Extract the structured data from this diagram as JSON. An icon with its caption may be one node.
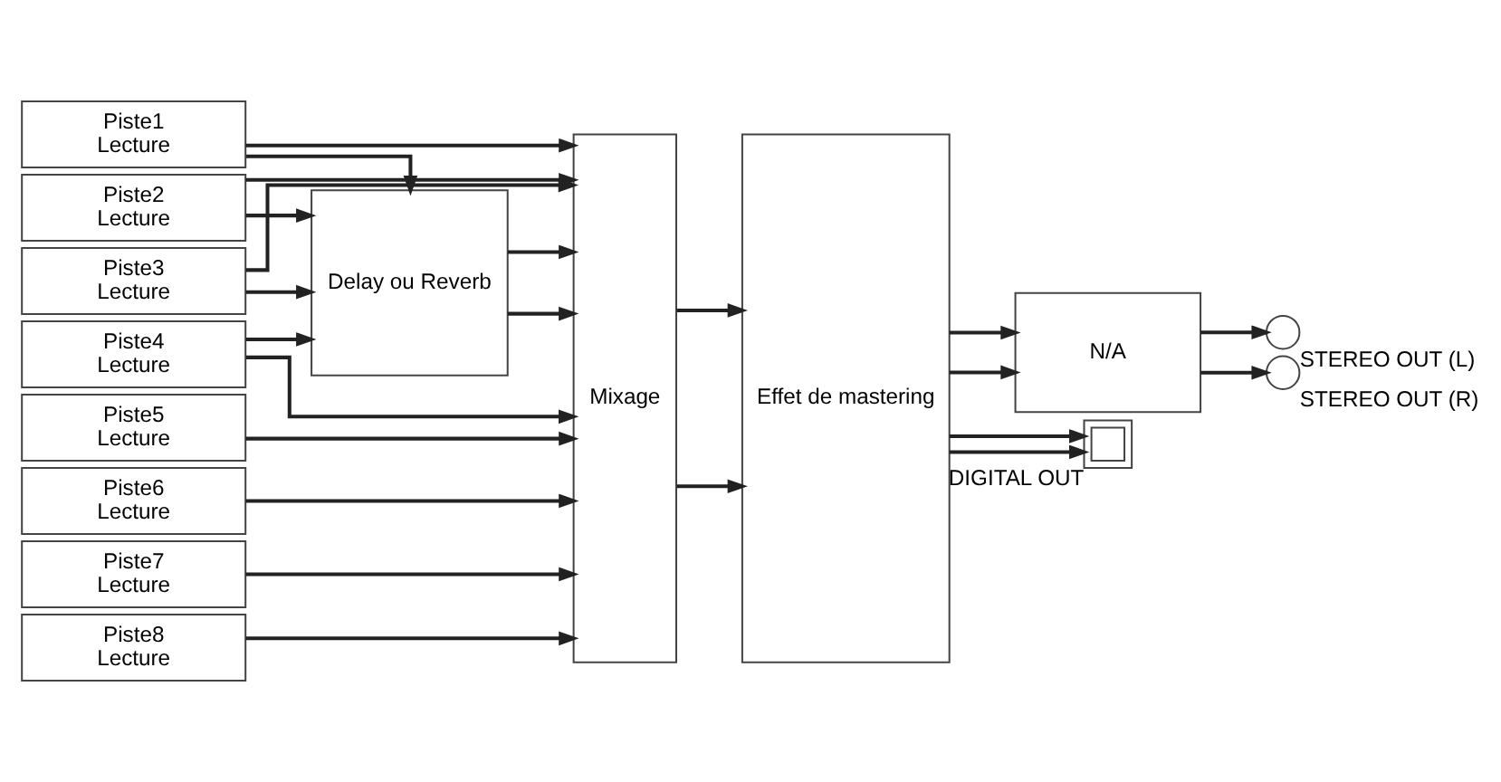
{
  "diagram": {
    "nodes": [
      {
        "text": [
          "Piste1",
          "Lecture"
        ]
      },
      {
        "text": [
          "Piste2",
          "Lecture"
        ]
      },
      {
        "text": [
          "Piste3",
          "Lecture"
        ]
      },
      {
        "text": [
          "Piste4",
          "Lecture"
        ]
      },
      {
        "text": [
          "Piste5",
          "Lecture"
        ]
      },
      {
        "text": [
          "Piste6",
          "Lecture"
        ]
      },
      {
        "text": [
          "Piste7",
          "Lecture"
        ]
      },
      {
        "text": [
          "Piste8",
          "Lecture"
        ]
      },
      {
        "text": [
          "Delay ou Reverb"
        ]
      },
      {
        "text": [
          "Mixage"
        ]
      },
      {
        "text": [
          "Effet de mastering"
        ]
      },
      {
        "text": [
          "N/A"
        ]
      },
      {
        "text": [],
        "shape": "circle",
        "beside": [
          "STEREO OUT (L)"
        ]
      },
      {
        "text": [],
        "shape": "circle",
        "beside": [
          "STEREO OUT (R)"
        ]
      },
      {
        "text": [],
        "shape": "box",
        "beside": [
          "DIGITAL OUT"
        ]
      }
    ],
    "edges": [
      {
        "from": 0,
        "to": 9,
        "arrow": "to"
      },
      {
        "from": 1,
        "to": 9,
        "arrow": "to"
      },
      {
        "from": 2,
        "to": 9,
        "arrow": "to"
      },
      {
        "from": 3,
        "to": 9,
        "arrow": "to"
      },
      {
        "from": 4,
        "to": 9,
        "arrow": "to"
      },
      {
        "from": 5,
        "to": 9,
        "arrow": "to"
      },
      {
        "from": 6,
        "to": 9,
        "arrow": "to"
      },
      {
        "from": 7,
        "to": 9,
        "arrow": "to"
      },
      {
        "from": 0,
        "to": 8,
        "arrow": "to"
      },
      {
        "from": 1,
        "to": 8,
        "arrow": "to"
      },
      {
        "from": 2,
        "to": 8,
        "arrow": "to"
      },
      {
        "from": 3,
        "to": 8,
        "arrow": "to"
      },
      {
        "from": 8,
        "to": 9,
        "arrow": "to"
      },
      {
        "from": 8,
        "to": 9,
        "arrow": "to"
      },
      {
        "from": 9,
        "to": 10,
        "arrow": "to"
      },
      {
        "from": 9,
        "to": 10,
        "arrow": "to"
      },
      {
        "from": 10,
        "to": 11,
        "arrow": "to"
      },
      {
        "from": 10,
        "to": 11,
        "arrow": "to"
      },
      {
        "from": 11,
        "to": 12,
        "arrow": "to"
      },
      {
        "from": 11,
        "to": 13,
        "arrow": "to"
      },
      {
        "from": 10,
        "to": 14,
        "arrow": "to"
      },
      {
        "from": 10,
        "to": 14,
        "arrow": "to"
      }
    ]
  }
}
